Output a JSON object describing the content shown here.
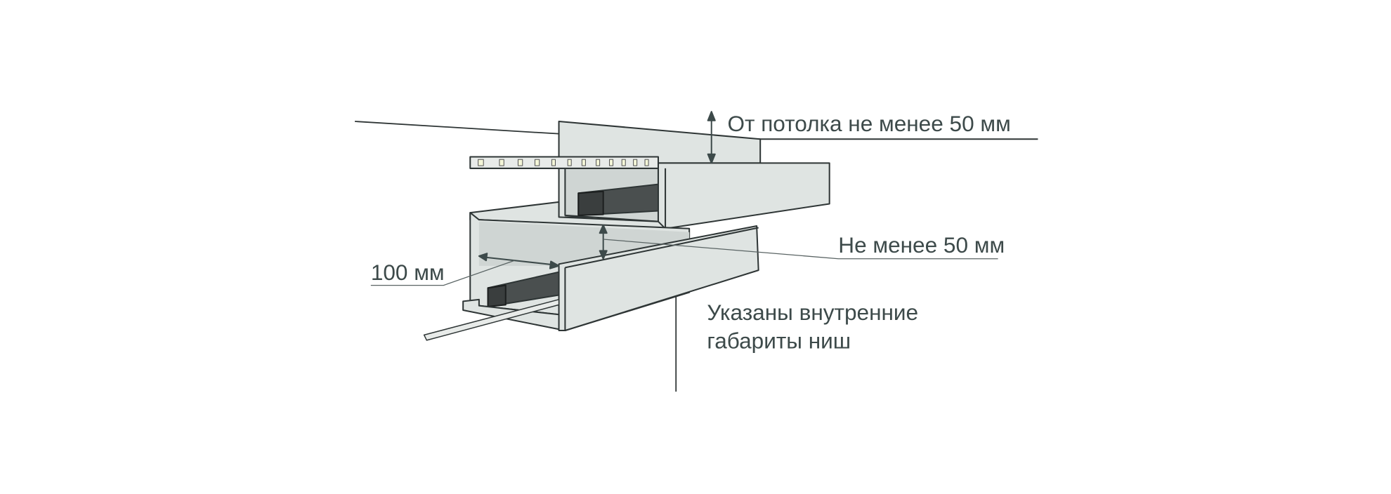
{
  "labels": {
    "ceiling_clearance": "От потолка не менее 50 мм",
    "gap_between": "Не менее 50 мм",
    "niche_width": "100 мм",
    "note_line1": "Указаны внутренние",
    "note_line2": "габариты ниш"
  },
  "colors": {
    "panel_light": "#dfe4e2",
    "panel_mid": "#c9cfcd",
    "profile_dark": "#4a4f4f",
    "line": "#2e3535",
    "text": "#3d4a4a"
  }
}
